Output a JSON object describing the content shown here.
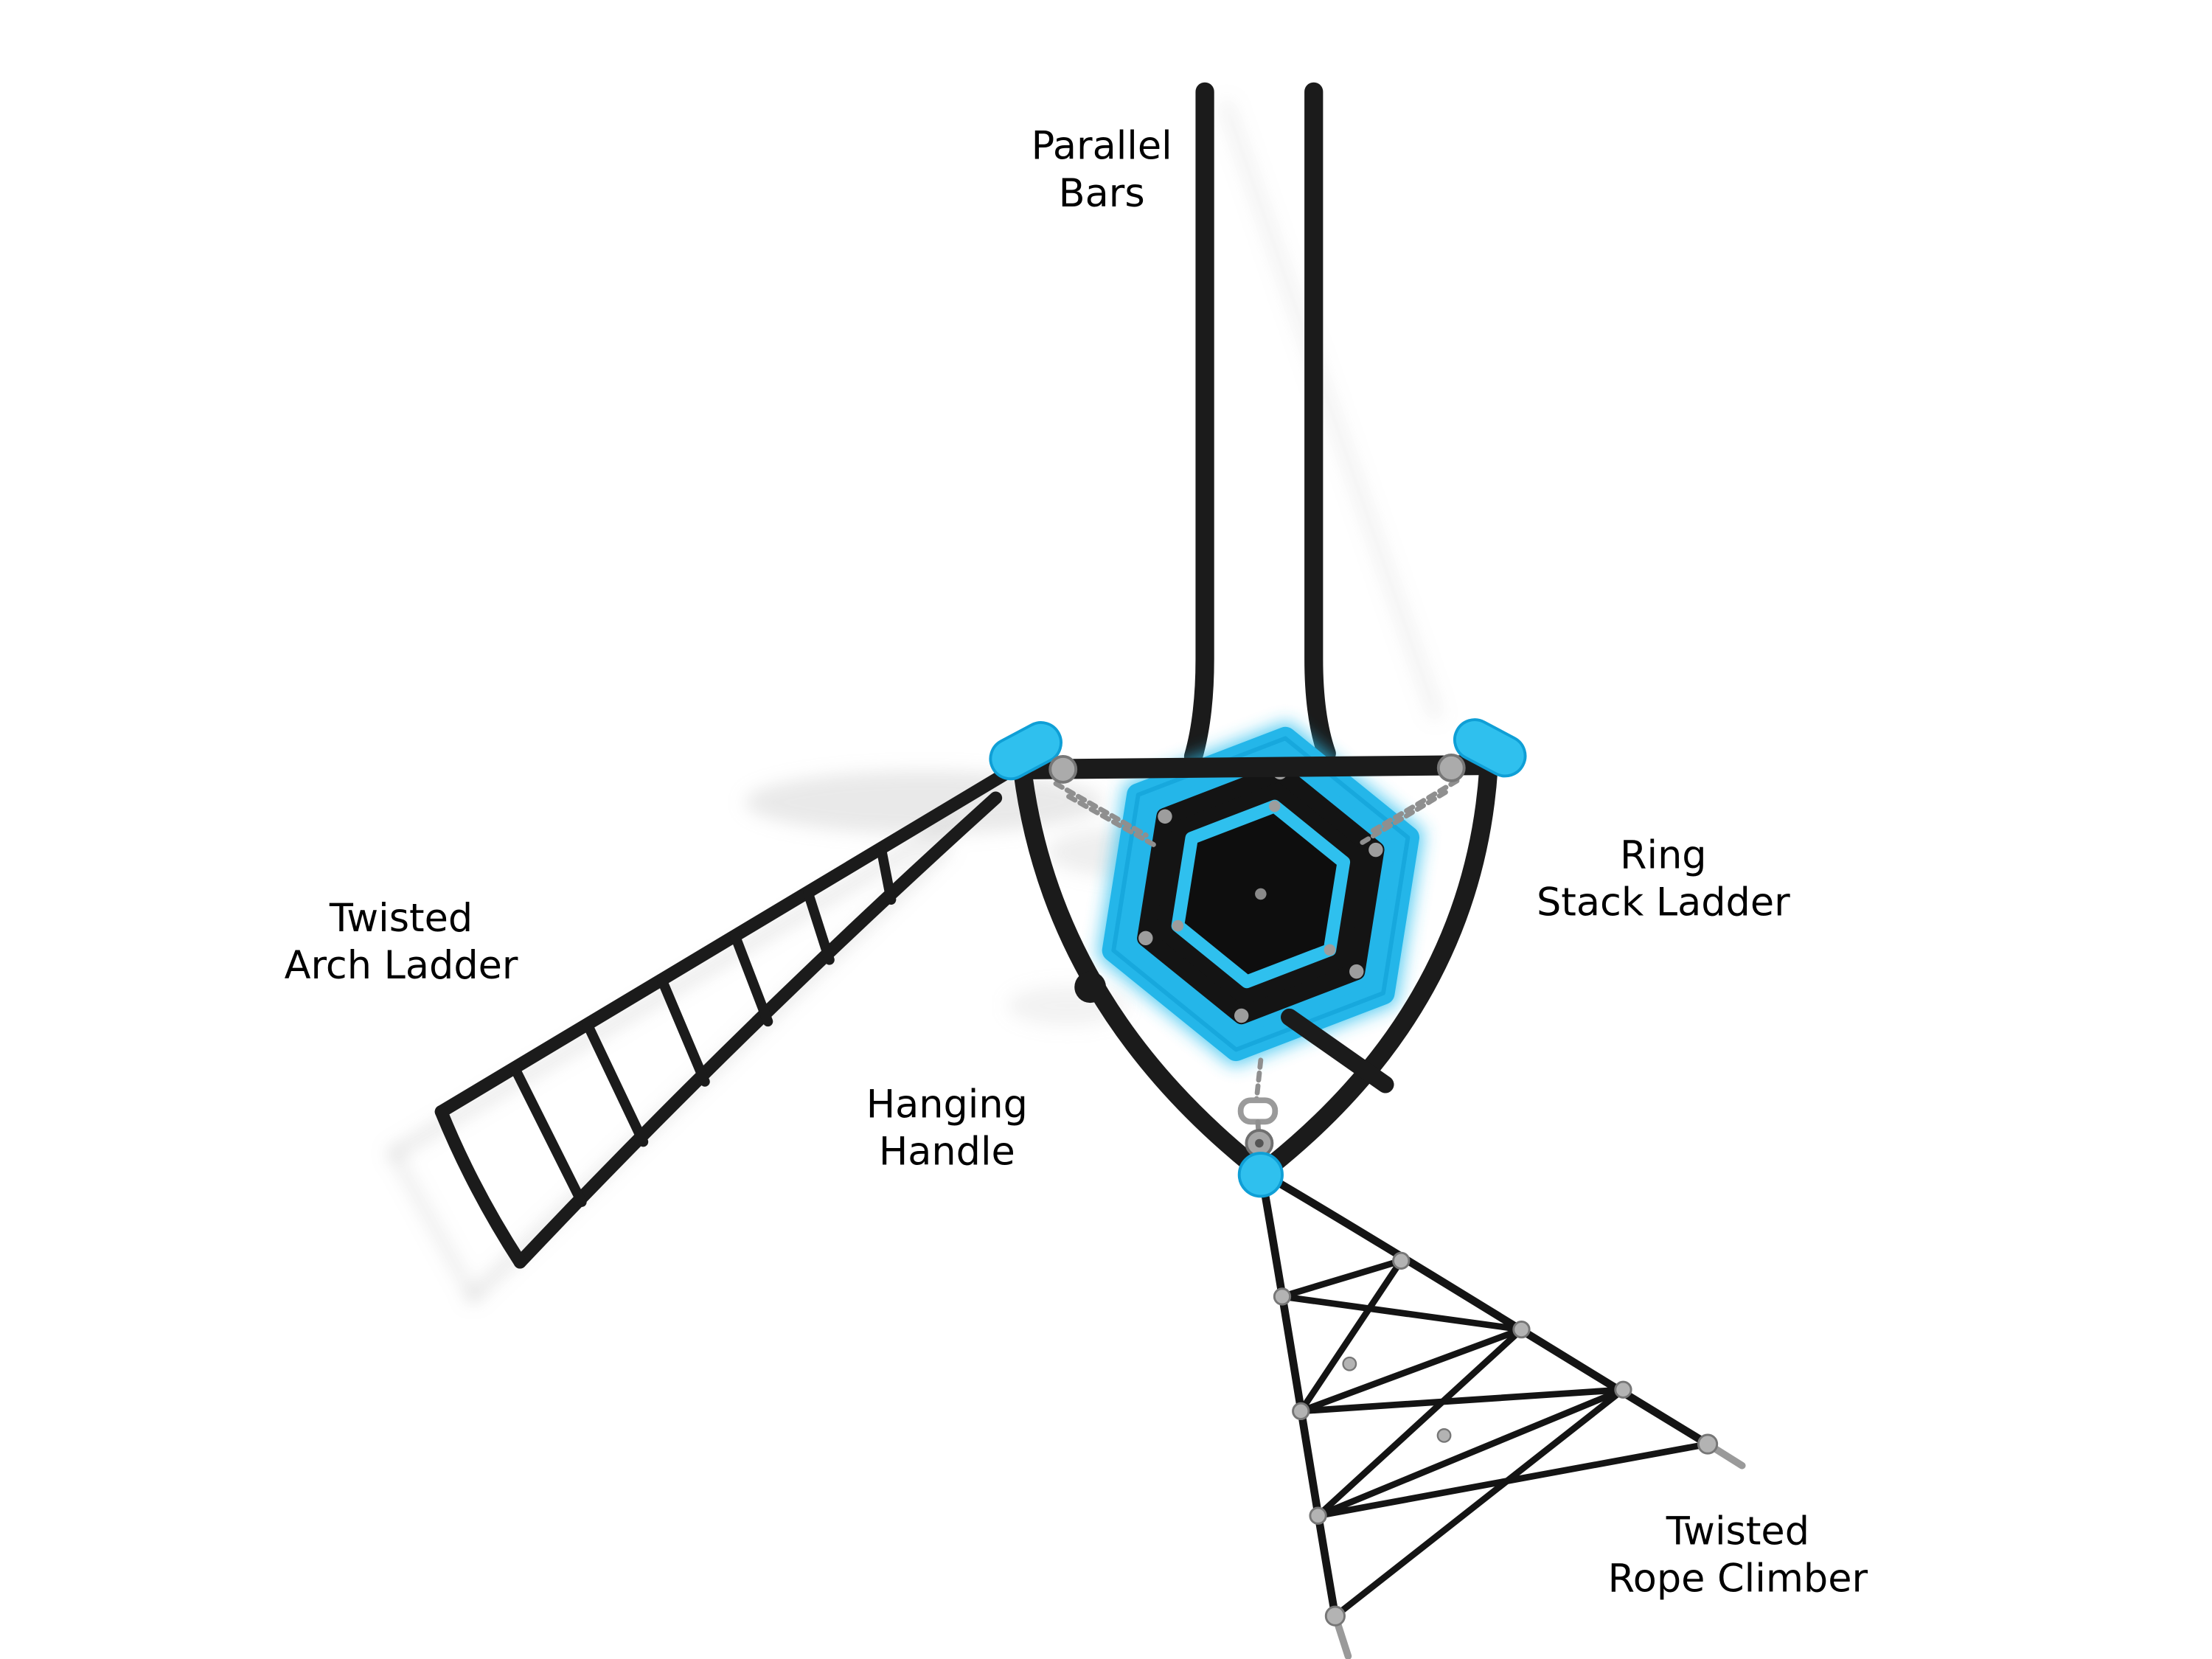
{
  "colors": {
    "background": "#ffffff",
    "frame_black": "#1b1b1b",
    "accent_cyan": "#2fc0ee",
    "accent_cyan_deep": "#0f9fd6",
    "connector_gray": "#a6a6a6",
    "connector_gray_dark": "#7d7d7d",
    "shadow_gray": "#a0a0a0",
    "label_text": "#000000"
  },
  "labels": {
    "parallel_bars": {
      "line1": "Parallel",
      "line2": "Bars"
    },
    "twisted_arch_ladder": {
      "line1": "Twisted",
      "line2": "Arch Ladder"
    },
    "ring_stack_ladder": {
      "line1": "Ring",
      "line2": "Stack Ladder"
    },
    "hanging_handle": {
      "line1": "Hanging",
      "line2": "Handle"
    },
    "twisted_rope_climber": {
      "line1": "Twisted",
      "line2": "Rope Climber"
    }
  }
}
